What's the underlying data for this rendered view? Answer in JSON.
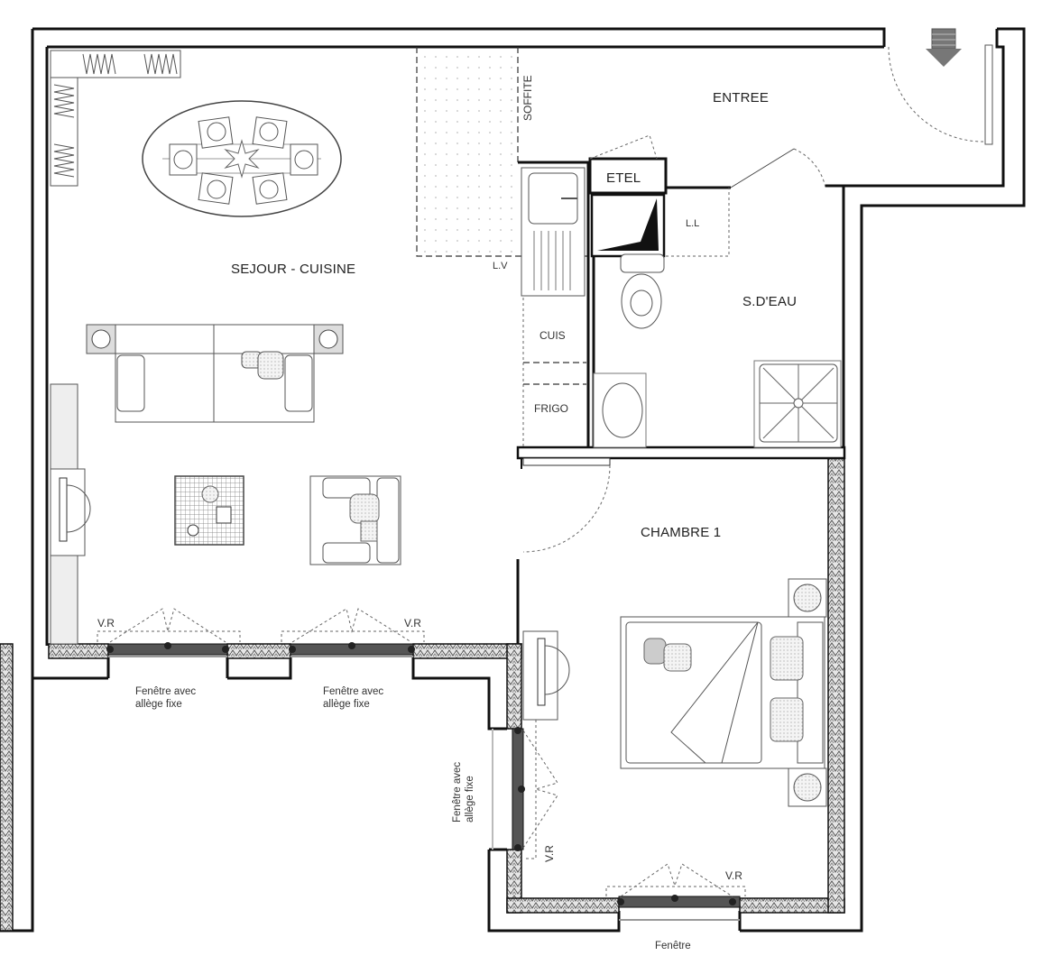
{
  "plan": {
    "rooms": {
      "sejour_cuisine": "SEJOUR -  CUISINE",
      "entree": "ENTREE",
      "sdeau": "S.D'EAU",
      "chambre1": "CHAMBRE 1"
    },
    "fixtures": {
      "soffite": "SOFFITE",
      "etel": "ETEL",
      "ll": "L.L",
      "lv": "L.V",
      "cuis": "CUIS",
      "frigo": "FRIGO"
    },
    "windows": {
      "vr_left": "V.R",
      "vr_mid": "V.R",
      "vr_side": "V.R",
      "vr_bottom": "V.R",
      "window1_line1": "Fenêtre avec",
      "window1_line2": "allège fixe",
      "window2_line1": "Fenêtre avec",
      "window2_line2": "allège fixe",
      "window3_line1": "Fenêtre avec",
      "window3_line2": "allège fixe",
      "window4": "Fenêtre"
    },
    "entrance_arrow": "entrance-arrow",
    "colors": {
      "wall": "#111111",
      "insulation": "#8a8a8a",
      "background": "#ffffff",
      "soffit_dots": "#bdbdbd"
    }
  }
}
